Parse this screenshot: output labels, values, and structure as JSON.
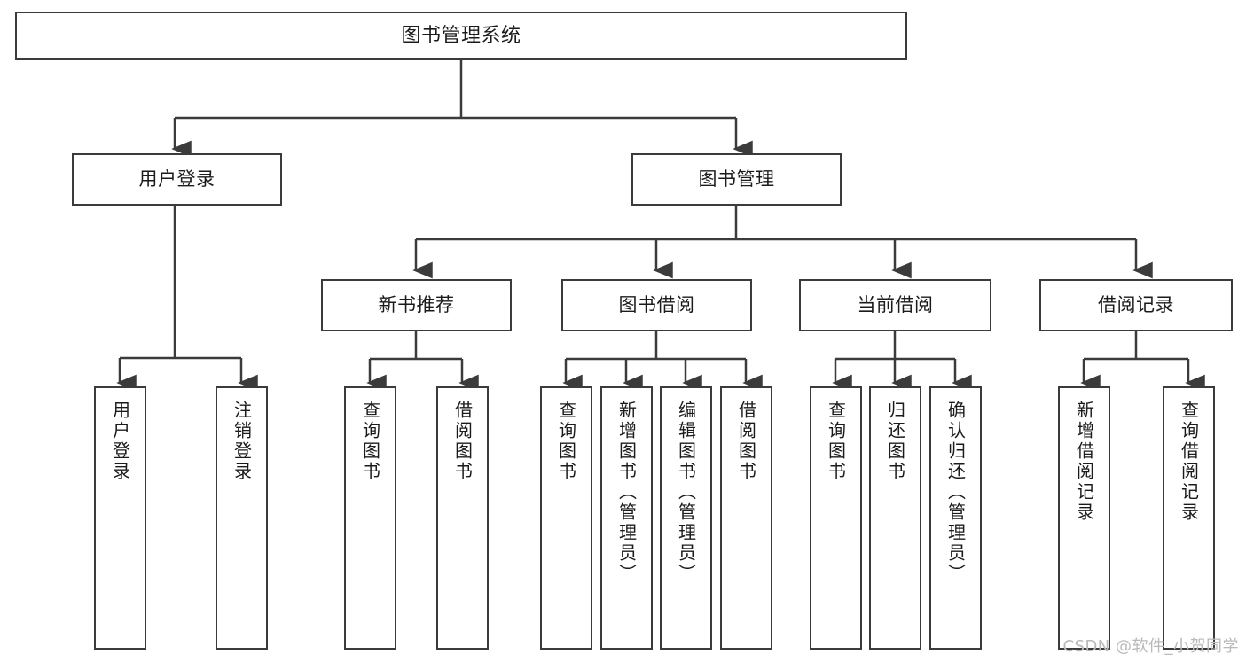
{
  "diagram": {
    "title": "图书管理系统",
    "type": "hierarchy-tree",
    "watermark": "CSDN @软件_小贺同学",
    "colors": {
      "box_border": "#3b3b3b",
      "box_fill": "#ffffff",
      "connector": "#3b3b3b",
      "text": "#1b1b1b",
      "watermark": "#b9b9b9",
      "background": "#ffffff"
    },
    "nodes": {
      "root": {
        "label": "图书管理系统"
      },
      "level2": [
        {
          "id": "user-login",
          "label": "用户登录"
        },
        {
          "id": "book-management",
          "label": "图书管理"
        }
      ],
      "level3": [
        {
          "id": "new-book-recommend",
          "label": "新书推荐"
        },
        {
          "id": "book-borrow",
          "label": "图书借阅"
        },
        {
          "id": "current-borrow",
          "label": "当前借阅"
        },
        {
          "id": "borrow-record",
          "label": "借阅记录"
        }
      ],
      "leaves": {
        "user-login": [
          {
            "id": "leaf-user-login",
            "label": "用户登录"
          },
          {
            "id": "leaf-logout-login",
            "label": "注销登录"
          }
        ],
        "new-book-recommend": [
          {
            "id": "leaf-query-book-1",
            "label": "查询图书"
          },
          {
            "id": "leaf-borrow-book-1",
            "label": "借阅图书"
          }
        ],
        "book-borrow": [
          {
            "id": "leaf-query-book-2",
            "label": "查询图书"
          },
          {
            "id": "leaf-add-book",
            "label": "新增图书（管理员）"
          },
          {
            "id": "leaf-edit-book",
            "label": "编辑图书（管理员）"
          },
          {
            "id": "leaf-borrow-book-2",
            "label": "借阅图书"
          }
        ],
        "current-borrow": [
          {
            "id": "leaf-query-book-3",
            "label": "查询图书"
          },
          {
            "id": "leaf-return-book",
            "label": "归还图书"
          },
          {
            "id": "leaf-confirm-return",
            "label": "确认归还（管理员）"
          }
        ],
        "borrow-record": [
          {
            "id": "leaf-add-record",
            "label": "新增借阅记录"
          },
          {
            "id": "leaf-query-record",
            "label": "查询借阅记录"
          }
        ]
      }
    }
  }
}
